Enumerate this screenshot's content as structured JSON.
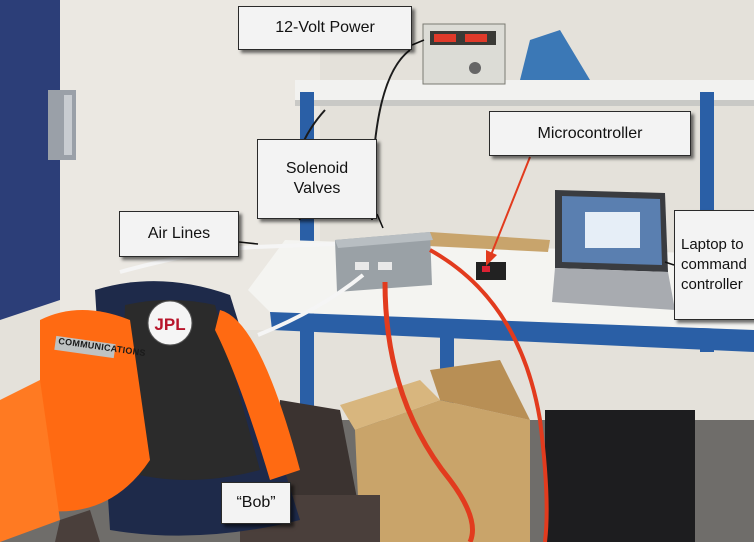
{
  "callouts": {
    "power": "12-Volt Power",
    "microcontroller": "Microcontroller",
    "solenoid": "Solenoid\nValves",
    "air_lines": "Air Lines",
    "laptop": "Laptop to\ncommand\ncontroller",
    "bob": "“Bob”"
  },
  "logo": "JPL",
  "patch": "COMMUNICATIONS",
  "colors": {
    "wall": "#e9e6df",
    "blue_frame": "#2a5fa6",
    "red_line": "#e23b1e",
    "orange_vest": "#ff6a12",
    "cardboard": "#c9a46a"
  }
}
